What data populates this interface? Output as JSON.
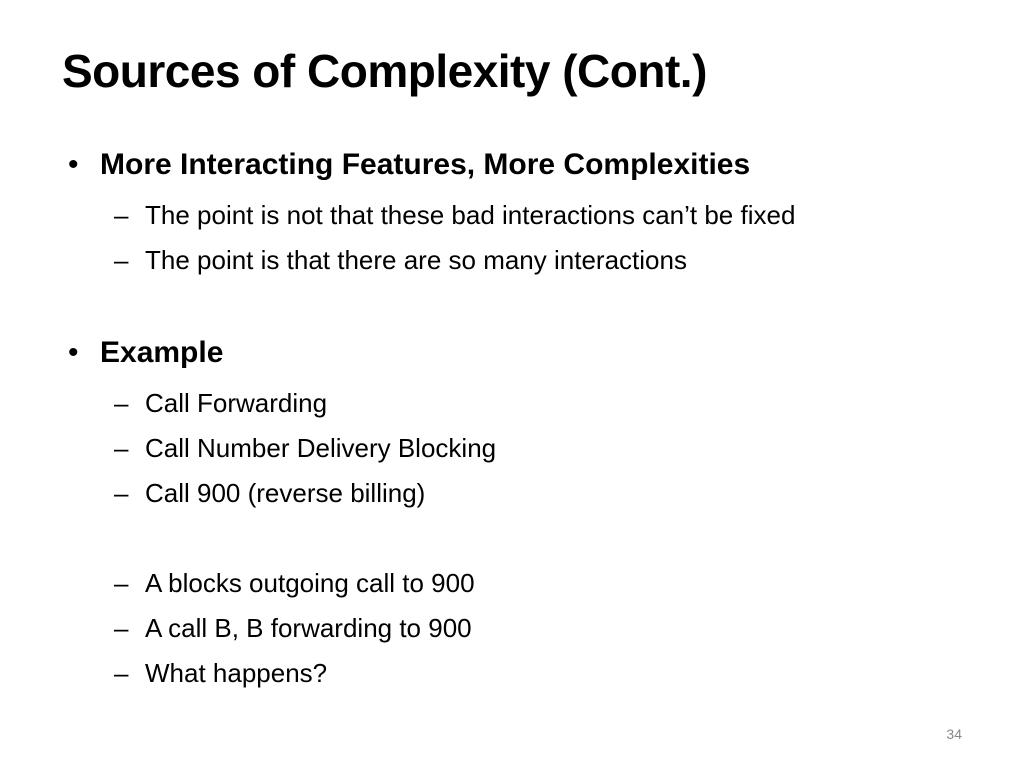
{
  "slide": {
    "title": "Sources of Complexity (Cont.)",
    "bullets": [
      {
        "marker": "•",
        "text": "More Interacting Features, More Complexities",
        "subs": [
          {
            "marker": "–",
            "text": "The point is not that these bad interactions can’t be fixed"
          },
          {
            "marker": "–",
            "text": "The point is that there are so many interactions"
          }
        ]
      },
      {
        "marker": "•",
        "text": "Example",
        "subs": [
          {
            "marker": "–",
            "text": "Call Forwarding"
          },
          {
            "marker": "–",
            "text": "Call Number Delivery Blocking"
          },
          {
            "marker": "–",
            "text": "Call 900 (reverse billing)"
          },
          {
            "marker": "–",
            "text": "A blocks outgoing call to 900"
          },
          {
            "marker": "–",
            "text": "A call B, B forwarding to 900"
          },
          {
            "marker": "–",
            "text": "What happens?"
          }
        ]
      }
    ],
    "page_number": "34"
  }
}
